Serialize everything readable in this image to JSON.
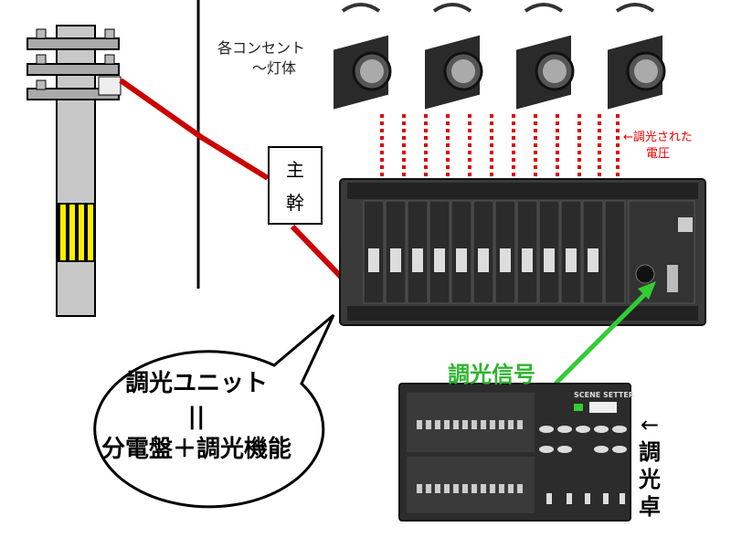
{
  "labels": {
    "outlet_line1": "各コンセント",
    "outlet_line2": "～灯体",
    "voltage_line1": "←調光された",
    "voltage_line2": "電圧",
    "main_breaker_line1": "主",
    "main_breaker_line2": "幹",
    "signal": "調光信号",
    "bubble_line1": "調光ユニット",
    "bubble_line2": "||",
    "bubble_line3": "分電盤＋調光機能",
    "console_arrow": "←",
    "console_1": "調",
    "console_2": "光",
    "console_3": "卓",
    "console_brand": "SCENE SETTER"
  },
  "colors": {
    "power_line": "#cc0000",
    "signal": "#33cc33",
    "pole_stripe": "#ffee00"
  }
}
